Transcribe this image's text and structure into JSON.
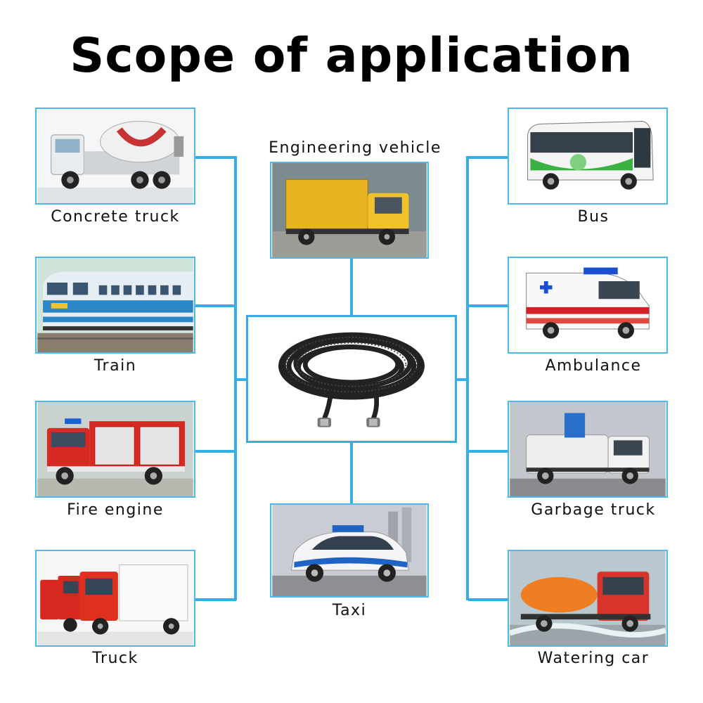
{
  "title": "Scope of application",
  "colors": {
    "connector": "#33aee6",
    "border": "#4fb8e8"
  },
  "center_item": {
    "icon": "cable-icon"
  },
  "applications": {
    "concrete_truck": {
      "label": "Concrete truck",
      "icon": "concrete-truck-icon"
    },
    "train": {
      "label": "Train",
      "icon": "train-icon"
    },
    "fire_engine": {
      "label": "Fire engine",
      "icon": "fire-engine-icon"
    },
    "truck": {
      "label": "Truck",
      "icon": "truck-icon"
    },
    "engineering_vehicle": {
      "label": "Engineering vehicle",
      "icon": "engineering-vehicle-icon"
    },
    "taxi": {
      "label": "Taxi",
      "icon": "taxi-icon"
    },
    "bus": {
      "label": "Bus",
      "icon": "bus-icon"
    },
    "ambulance": {
      "label": "Ambulance",
      "icon": "ambulance-icon"
    },
    "garbage_truck": {
      "label": "Garbage truck",
      "icon": "garbage-truck-icon"
    },
    "watering_car": {
      "label": "Watering car",
      "icon": "watering-car-icon"
    }
  }
}
